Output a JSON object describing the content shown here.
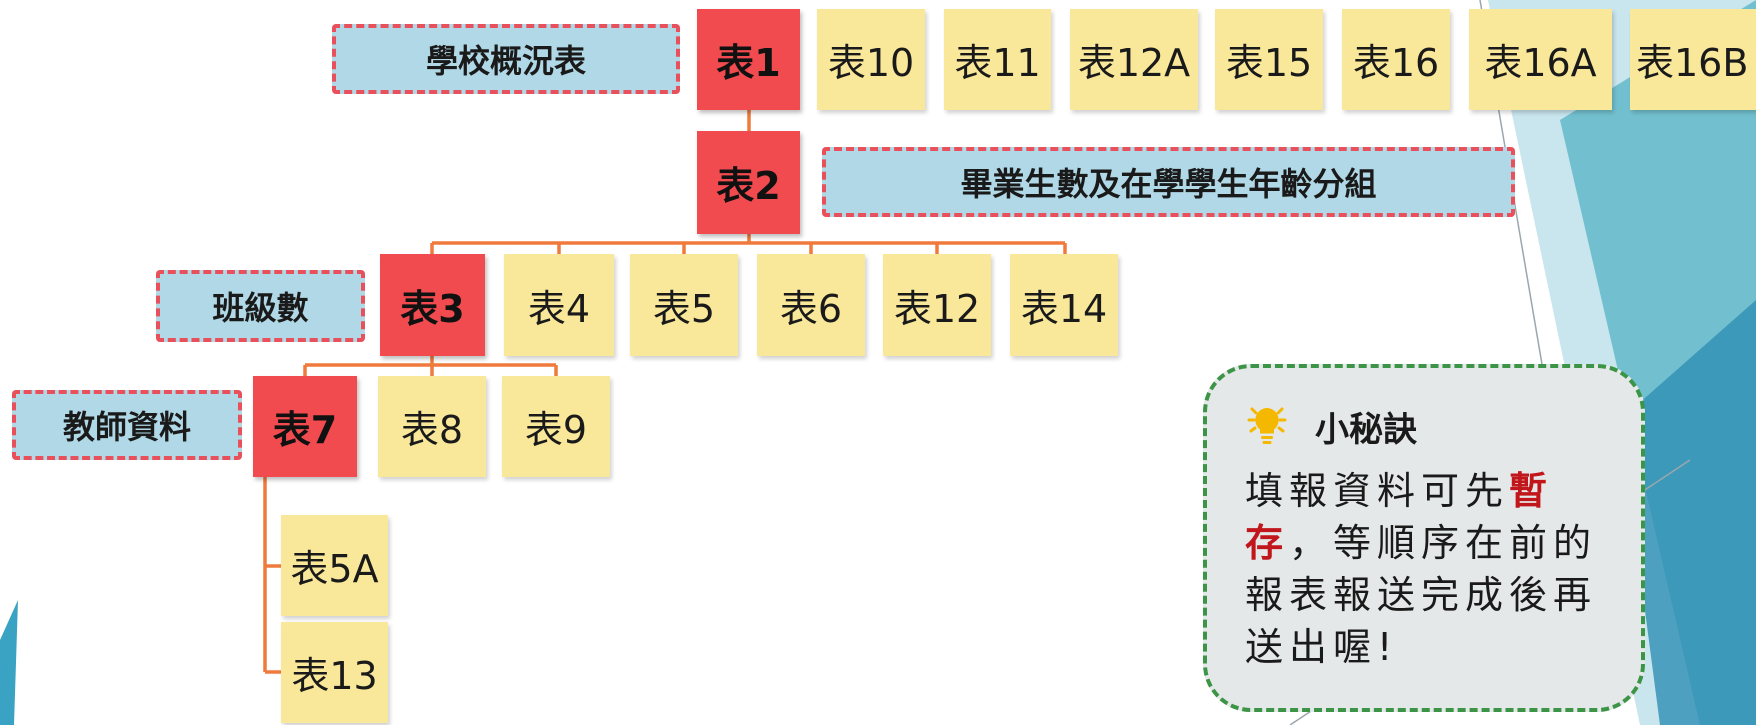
{
  "colors": {
    "primary": "#f24b4f",
    "secondary": "#f9e79a",
    "label_fill": "#b0d8e6",
    "label_border": "#e8505b",
    "connector": "#ef7a3c",
    "tip_border": "#3c9446",
    "tip_fill": "#e5e8e8",
    "emphasis": "#c0161c"
  },
  "nodes": {
    "t1": "表1",
    "t10": "表10",
    "t11": "表11",
    "t12a": "表12A",
    "t15": "表15",
    "t16": "表16",
    "t16a": "表16A",
    "t16b": "表16B",
    "t2": "表2",
    "t3": "表3",
    "t4": "表4",
    "t5": "表5",
    "t6": "表6",
    "t12": "表12",
    "t14": "表14",
    "t7": "表7",
    "t8": "表8",
    "t9": "表9",
    "t5a": "表5A",
    "t13": "表13"
  },
  "labels": {
    "school_overview": "學校概況表",
    "graduates_age": "畢業生數及在學學生年齡分組",
    "class_count": "班級數",
    "teacher_data": "教師資料"
  },
  "tip": {
    "icon": "lightbulb-icon",
    "title": "小秘訣",
    "body_before": "填報資料可先",
    "body_emphasis": "暫存",
    "body_after": "，等順序在前的報表報送完成後再送出喔!"
  }
}
